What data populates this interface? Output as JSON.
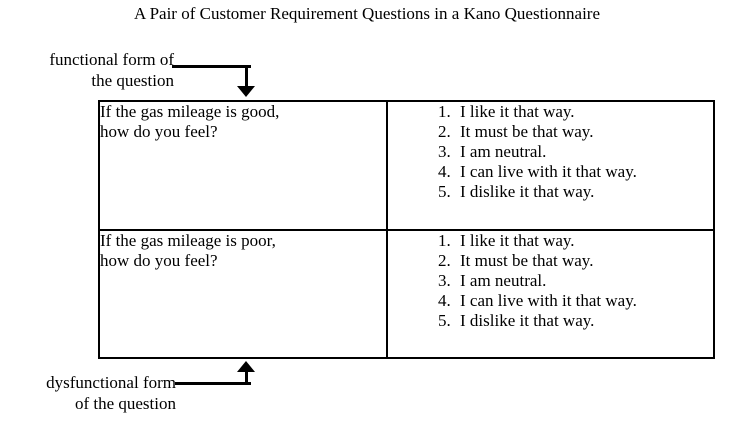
{
  "title": "A Pair of Customer Requirement Questions in a Kano Questionnaire",
  "annotations": {
    "functional": {
      "line1": "functional form of",
      "line2": "the question"
    },
    "dysfunctional": {
      "line1": "dysfunctional form",
      "line2": "of the question"
    }
  },
  "table": {
    "rows": [
      {
        "question": "If the gas mileage is good,\nhow do you feel?",
        "answers": [
          {
            "number": "1.",
            "text": "I like it that way."
          },
          {
            "number": "2.",
            "text": "It must be that way."
          },
          {
            "number": "3.",
            "text": "I am neutral."
          },
          {
            "number": "4.",
            "text": "I can live with it that way."
          },
          {
            "number": "5.",
            "text": "I dislike it that way."
          }
        ]
      },
      {
        "question": "If the gas mileage is poor,\nhow do you feel?",
        "answers": [
          {
            "number": "1.",
            "text": "I like it that way."
          },
          {
            "number": "2.",
            "text": "It must be that way."
          },
          {
            "number": "3.",
            "text": "I am neutral."
          },
          {
            "number": "4.",
            "text": "I can live with it that way."
          },
          {
            "number": "5.",
            "text": "I dislike it that way."
          }
        ]
      }
    ]
  },
  "colors": {
    "ink": "#000000",
    "paper": "#ffffff"
  }
}
